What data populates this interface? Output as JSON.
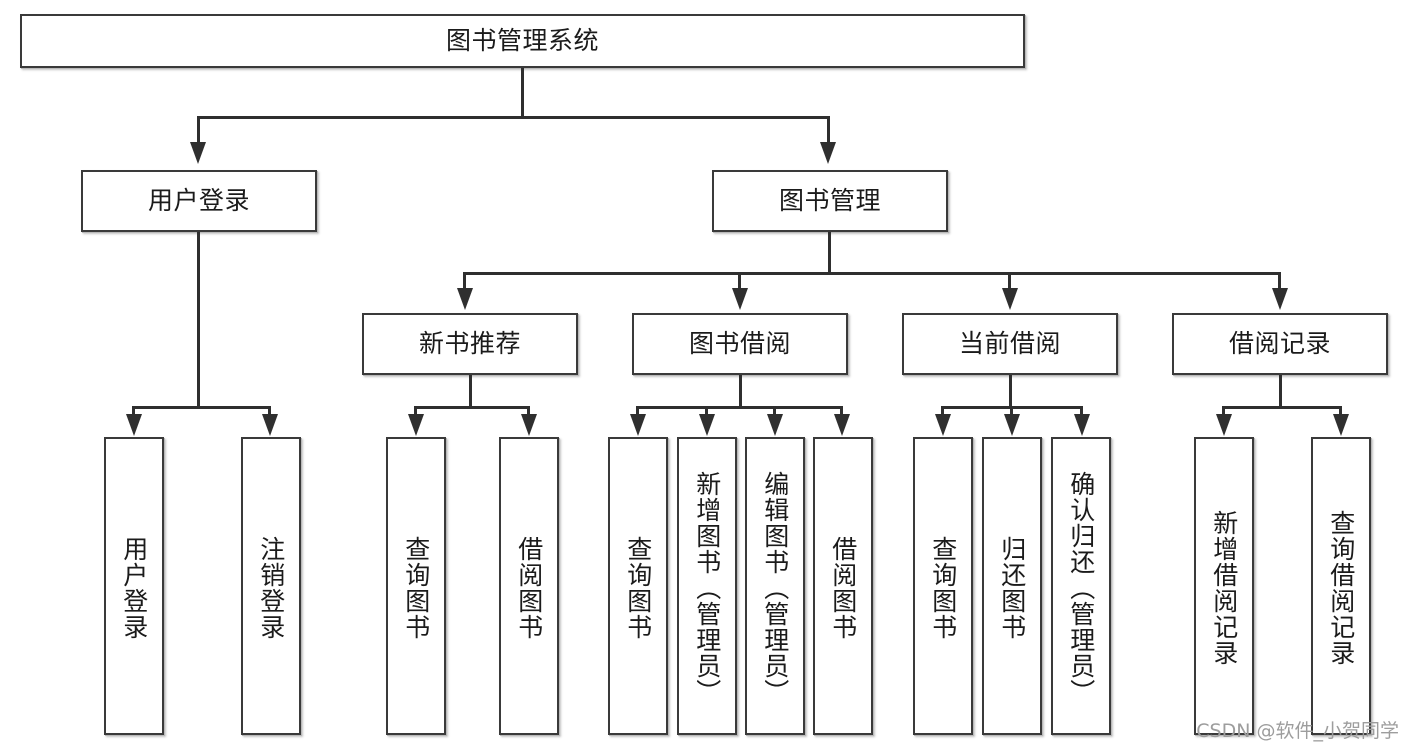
{
  "diagram": {
    "title": "图书管理系统",
    "type": "hierarchy-tree",
    "root": {
      "label": "图书管理系统"
    },
    "level1": [
      {
        "label": "用户登录"
      },
      {
        "label": "图书管理"
      }
    ],
    "level2": [
      {
        "label": "新书推荐"
      },
      {
        "label": "图书借阅"
      },
      {
        "label": "当前借阅"
      },
      {
        "label": "借阅记录"
      }
    ],
    "leaves": {
      "user_login": [
        {
          "label": "用户登录"
        },
        {
          "label": "注销登录"
        }
      ],
      "new_book_recommend": [
        {
          "label": "查询图书"
        },
        {
          "label": "借阅图书"
        }
      ],
      "book_borrow": [
        {
          "label": "查询图书"
        },
        {
          "label": "新增图书（管理员）"
        },
        {
          "label": "编辑图书（管理员）"
        },
        {
          "label": "借阅图书"
        }
      ],
      "current_borrow": [
        {
          "label": "查询图书"
        },
        {
          "label": "归还图书"
        },
        {
          "label": "确认归还（管理员）"
        }
      ],
      "borrow_records": [
        {
          "label": "新增借阅记录"
        },
        {
          "label": "查询借阅记录"
        }
      ]
    }
  },
  "watermark": {
    "text": "CSDN @软件_小贺同学"
  },
  "colors": {
    "box_border": "#3a3a3a",
    "connector": "#2f2f2f",
    "background": "#ffffff",
    "text": "#1b1b1b",
    "watermark": "#9d9d9d"
  }
}
